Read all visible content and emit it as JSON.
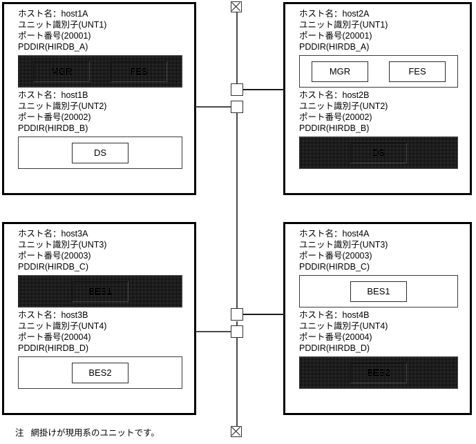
{
  "diagram": {
    "title_note": {
      "marker": "注",
      "text": "網掛けが現用系のユニットです。"
    },
    "labels": {
      "host_name_prefix": "ホスト名：",
      "unit_id_prefix": "ユニット識別子",
      "port_prefix": "ポート番号",
      "pddir_prefix": "PDDIR"
    },
    "colors": {
      "line": "#1a1a1a",
      "panel_border": "#000000",
      "connector_border": "#2f2f2f",
      "background": "#ffffff"
    },
    "panels": [
      {
        "id": "panel-top-left",
        "position": "top-left",
        "units": [
          {
            "host_line": "ホスト名：host1A",
            "unit_line": "ユニット識別子(UNT1)",
            "port_line": "ポート番号(20001)",
            "pddir_line": "PDDIR(HIRDB_A)",
            "shaded": true,
            "components": [
              "MGR",
              "FES"
            ]
          },
          {
            "host_line": "ホスト名：host1B",
            "unit_line": "ユニット識別子(UNT2)",
            "port_line": "ポート番号(20002)",
            "pddir_line": "PDDIR(HIRDB_B)",
            "shaded": false,
            "components": [
              "DS"
            ]
          }
        ]
      },
      {
        "id": "panel-top-right",
        "position": "top-right",
        "units": [
          {
            "host_line": "ホスト名：host2A",
            "unit_line": "ユニット識別子(UNT1)",
            "port_line": "ポート番号(20001)",
            "pddir_line": "PDDIR(HIRDB_A)",
            "shaded": false,
            "components": [
              "MGR",
              "FES"
            ]
          },
          {
            "host_line": "ホスト名：host2B",
            "unit_line": "ユニット識別子(UNT2)",
            "port_line": "ポート番号(20002)",
            "pddir_line": "PDDIR(HIRDB_B)",
            "shaded": true,
            "components": [
              "DS"
            ]
          }
        ]
      },
      {
        "id": "panel-bottom-left",
        "position": "bottom-left",
        "units": [
          {
            "host_line": "ホスト名：host3A",
            "unit_line": "ユニット識別子(UNT3)",
            "port_line": "ポート番号(20003)",
            "pddir_line": "PDDIR(HIRDB_C)",
            "shaded": true,
            "components": [
              "BES1"
            ]
          },
          {
            "host_line": "ホスト名：host3B",
            "unit_line": "ユニット識別子(UNT4)",
            "port_line": "ポート番号(20004)",
            "pddir_line": "PDDIR(HIRDB_D)",
            "shaded": false,
            "components": [
              "BES2"
            ]
          }
        ]
      },
      {
        "id": "panel-bottom-right",
        "position": "bottom-right",
        "units": [
          {
            "host_line": "ホスト名：host4A",
            "unit_line": "ユニット識別子(UNT3)",
            "port_line": "ポート番号(20003)",
            "pddir_line": "PDDIR(HIRDB_C)",
            "shaded": false,
            "components": [
              "BES1"
            ]
          },
          {
            "host_line": "ホスト名：host4B",
            "unit_line": "ユニット識別子(UNT4)",
            "port_line": "ポート番号(20004)",
            "pddir_line": "PDDIR(HIRDB_D)",
            "shaded": true,
            "components": [
              "BES2"
            ]
          }
        ]
      }
    ],
    "bus": {
      "terminator_top_name": "bus-terminator-top",
      "terminator_bottom_name": "bus-terminator-bottom",
      "connectors": [
        {
          "name": "connector-top-right-branch",
          "branch": "right"
        },
        {
          "name": "connector-top-left-branch",
          "branch": "left"
        },
        {
          "name": "connector-bottom-right-branch",
          "branch": "right"
        },
        {
          "name": "connector-bottom-left-branch",
          "branch": "left"
        }
      ]
    }
  }
}
